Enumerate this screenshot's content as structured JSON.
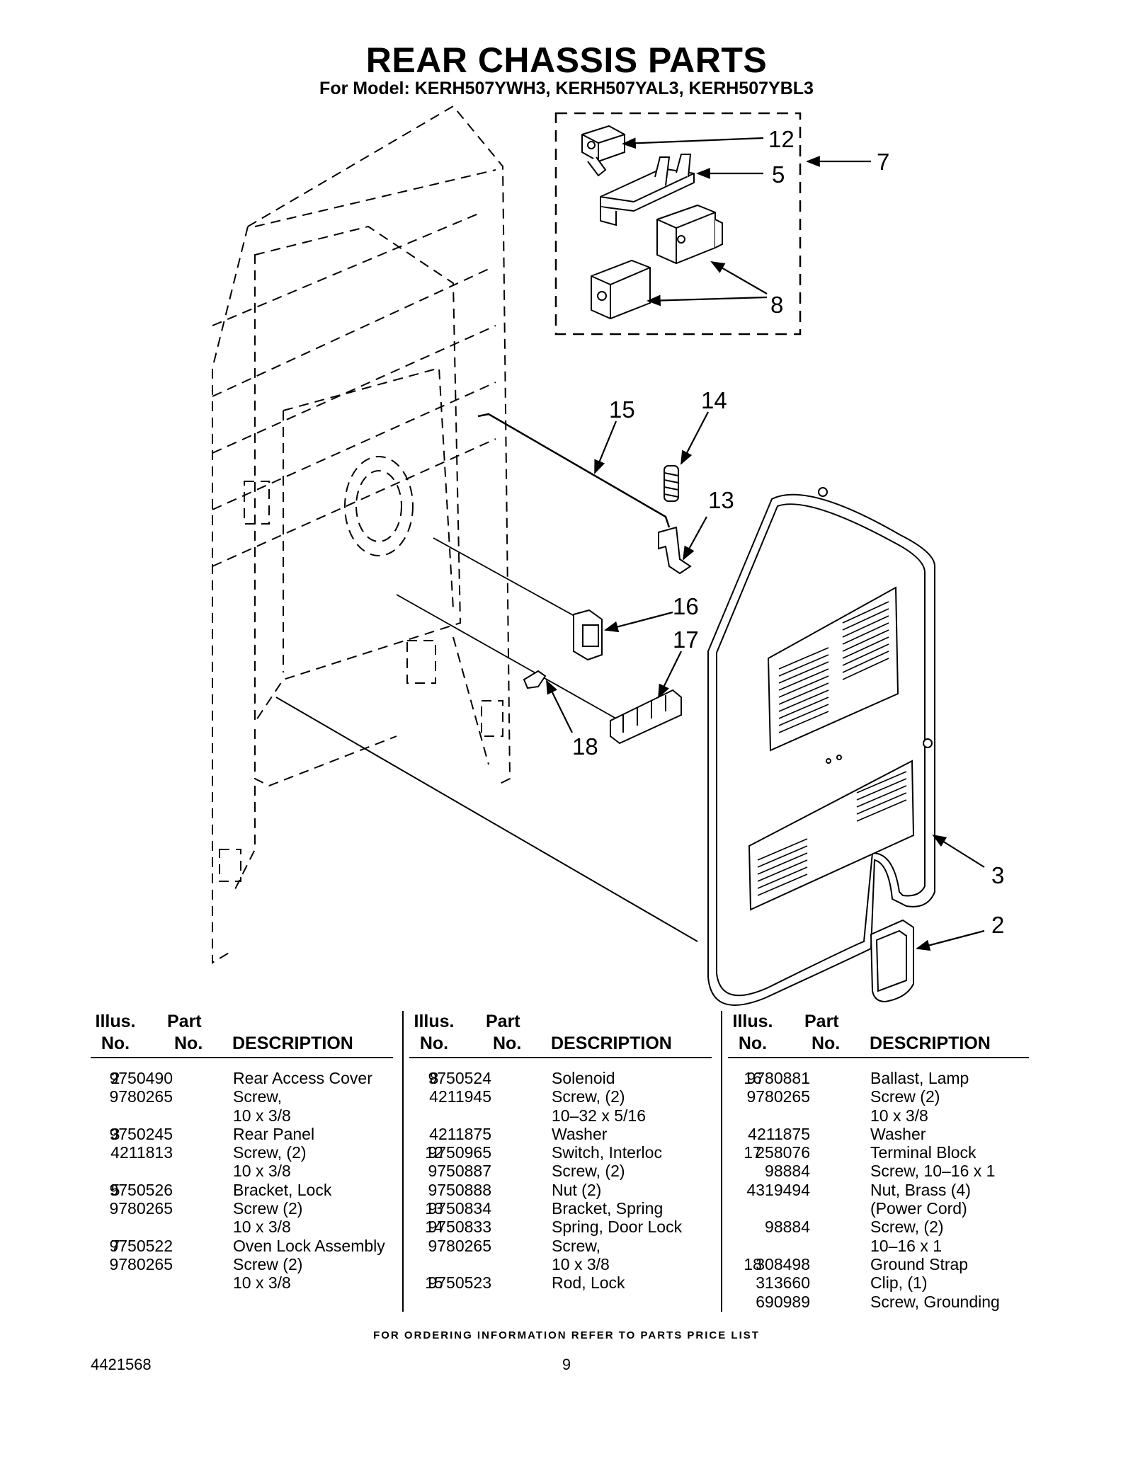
{
  "header": {
    "title": "REAR CHASSIS PARTS",
    "subtitle": "For Model: KERH507YWH3, KERH507YAL3, KERH507YBL3"
  },
  "callouts": [
    "12",
    "5",
    "7",
    "8",
    "15",
    "14",
    "13",
    "16",
    "17",
    "18",
    "3",
    "2"
  ],
  "table": {
    "headers": {
      "illus": [
        "Illus.",
        "No."
      ],
      "part": [
        "Part",
        "No."
      ],
      "description": "DESCRIPTION"
    },
    "columns": [
      [
        {
          "illus": "2",
          "part": "9750490",
          "desc": "Rear Access Cover"
        },
        {
          "illus": "",
          "part": "9780265",
          "desc": "Screw,"
        },
        {
          "illus": "",
          "part": "",
          "desc": "10 x 3/8"
        },
        {
          "illus": "3",
          "part": "9750245",
          "desc": "Rear Panel"
        },
        {
          "illus": "",
          "part": "4211813",
          "desc": "Screw, (2)"
        },
        {
          "illus": "",
          "part": "",
          "desc": "10 x 3/8"
        },
        {
          "illus": "5",
          "part": "9750526",
          "desc": "Bracket, Lock"
        },
        {
          "illus": "",
          "part": "9780265",
          "desc": "Screw (2)"
        },
        {
          "illus": "",
          "part": "",
          "desc": "10 x 3/8"
        },
        {
          "illus": "7",
          "part": "9750522",
          "desc": "Oven Lock Assembly"
        },
        {
          "illus": "",
          "part": "9780265",
          "desc": "Screw (2)"
        },
        {
          "illus": "",
          "part": "",
          "desc": "10 x 3/8"
        }
      ],
      [
        {
          "illus": "8",
          "part": "9750524",
          "desc": "Solenoid"
        },
        {
          "illus": "",
          "part": "4211945",
          "desc": "Screw, (2)"
        },
        {
          "illus": "",
          "part": "",
          "desc": "10–32 x 5/16"
        },
        {
          "illus": "",
          "part": "4211875",
          "desc": "Washer"
        },
        {
          "illus": "12",
          "part": "9750965",
          "desc": "Switch, Interloc"
        },
        {
          "illus": "",
          "part": "9750887",
          "desc": "Screw, (2)"
        },
        {
          "illus": "",
          "part": "9750888",
          "desc": "Nut (2)"
        },
        {
          "illus": "13",
          "part": "9750834",
          "desc": "Bracket, Spring"
        },
        {
          "illus": "14",
          "part": "9750833",
          "desc": "Spring, Door Lock"
        },
        {
          "illus": "",
          "part": "9780265",
          "desc": "Screw,"
        },
        {
          "illus": "",
          "part": "",
          "desc": "10 x 3/8"
        },
        {
          "illus": "15",
          "part": "9750523",
          "desc": "Rod, Lock"
        }
      ],
      [
        {
          "illus": "16",
          "part": "9780881",
          "desc": "Ballast, Lamp"
        },
        {
          "illus": "",
          "part": "9780265",
          "desc": "Screw (2)"
        },
        {
          "illus": "",
          "part": "",
          "desc": "10 x 3/8"
        },
        {
          "illus": "",
          "part": "4211875",
          "desc": "Washer"
        },
        {
          "illus": "17",
          "part": "258076",
          "desc": "Terminal Block"
        },
        {
          "illus": "",
          "part": "98884",
          "desc": "Screw, 10–16 x 1"
        },
        {
          "illus": "",
          "part": "4319494",
          "desc": "Nut, Brass (4)"
        },
        {
          "illus": "",
          "part": "",
          "desc": "(Power Cord)"
        },
        {
          "illus": "",
          "part": "98884",
          "desc": "Screw, (2)"
        },
        {
          "illus": "",
          "part": "",
          "desc": "10–16 x 1"
        },
        {
          "illus": "18",
          "part": "308498",
          "desc": "Ground Strap"
        },
        {
          "illus": "",
          "part": "313660",
          "desc": "Clip, (1)"
        },
        {
          "illus": "",
          "part": "690989",
          "desc": "Screw, Grounding"
        }
      ]
    ]
  },
  "footer": {
    "note": "FOR ORDERING INFORMATION REFER TO PARTS PRICE LIST",
    "doc_number": "4421568",
    "page_number": "9"
  }
}
